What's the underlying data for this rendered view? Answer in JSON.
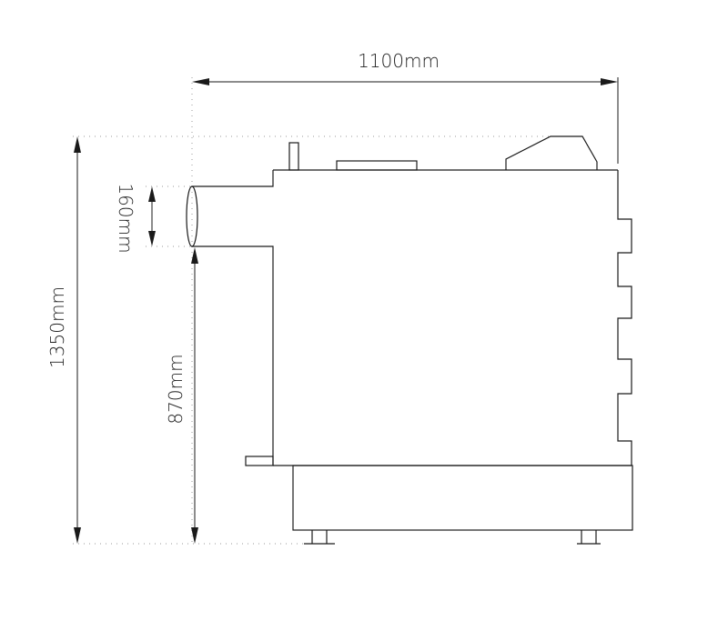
{
  "dimensions": {
    "overall_width": "1100mm",
    "overall_height": "1350mm",
    "outlet_diameter": "160mm",
    "outlet_height": "870mm"
  },
  "colors": {
    "line": "#1a1a1a",
    "extension_line": "#9a9a9a",
    "background": "#ffffff"
  }
}
